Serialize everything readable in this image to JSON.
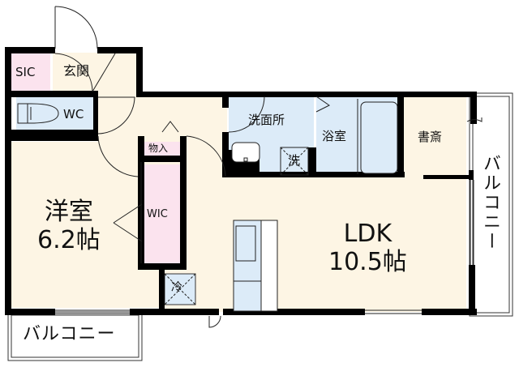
{
  "floorplan": {
    "colors": {
      "wall": "#000000",
      "floor_living": "#fdf5e4",
      "floor_wet": "#dcebf8",
      "floor_storage": "#fbe3ee",
      "balcony": "#ffffff",
      "line": "#222222"
    },
    "rooms": {
      "sic": {
        "label": "SIC"
      },
      "entrance": {
        "label": "玄関"
      },
      "wc": {
        "label": "WC"
      },
      "storage": {
        "label": "物入"
      },
      "western_room": {
        "label": "洋室",
        "size": "6.2帖"
      },
      "wic": {
        "label": "WIC"
      },
      "washroom": {
        "label": "洗面所"
      },
      "washer": {
        "label": "洗"
      },
      "bathroom": {
        "label": "浴室"
      },
      "study": {
        "label": "書斎"
      },
      "ldk": {
        "label": "LDK",
        "size": "10.5帖"
      },
      "fridge": {
        "label": "冷"
      },
      "balcony_east": {
        "label": "バルコニー"
      },
      "balcony_south": {
        "label": "バルコニー"
      }
    }
  }
}
